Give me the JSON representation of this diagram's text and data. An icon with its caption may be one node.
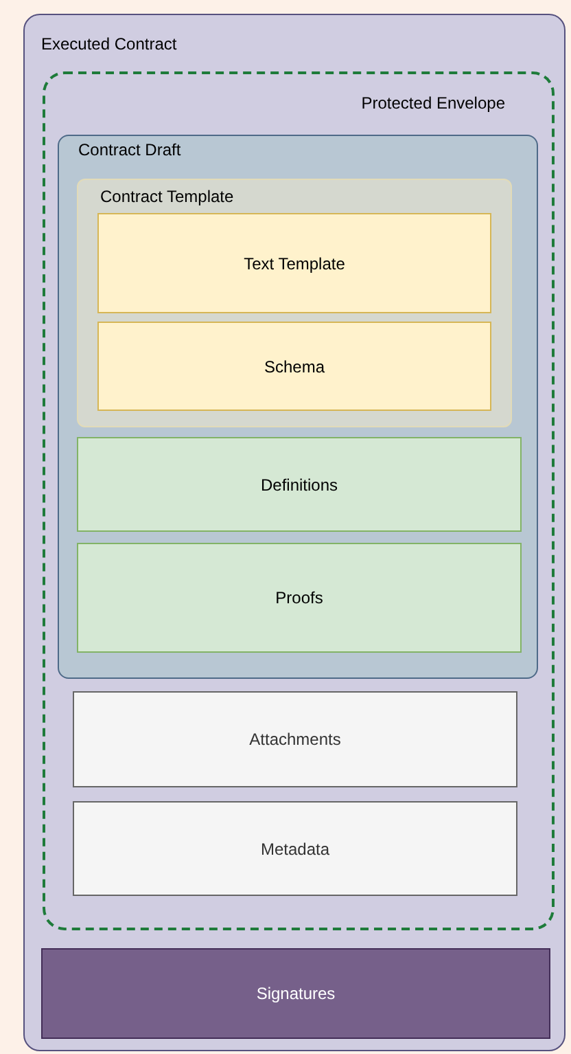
{
  "diagram": {
    "nodes": [
      {
        "text": [
          "Executed Contract"
        ]
      },
      {
        "text": [
          "Protected Envelope"
        ],
        "in": 0
      },
      {
        "text": [
          "Contract Draft"
        ],
        "in": 1
      },
      {
        "text": [
          "Contract Template"
        ],
        "in": 2
      },
      {
        "text": [
          "Text Template"
        ],
        "in": 3
      },
      {
        "text": [
          "Schema"
        ],
        "in": 3
      },
      {
        "text": [
          "Definitions"
        ],
        "in": 2
      },
      {
        "text": [
          "Proofs"
        ],
        "in": 2
      },
      {
        "text": [
          "Attachments"
        ],
        "in": 1
      },
      {
        "text": [
          "Metadata"
        ],
        "in": 1
      },
      {
        "text": [
          "Signatures"
        ],
        "in": 0
      }
    ]
  }
}
